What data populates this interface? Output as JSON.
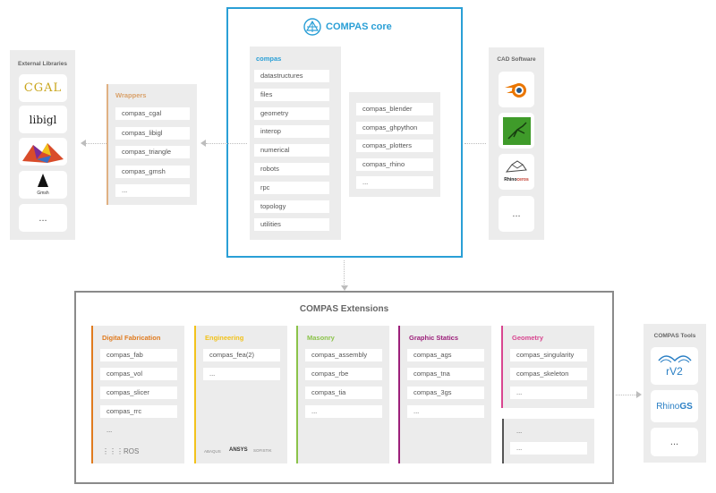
{
  "core": {
    "title": "COMPAS core",
    "compas_label": "compas",
    "modules": [
      "datastructures",
      "files",
      "geometry",
      "interop",
      "numerical",
      "robots",
      "rpc",
      "topology",
      "utilities"
    ],
    "plugins": [
      "compas_blender",
      "compas_ghpython",
      "compas_plotters",
      "compas_rhino",
      "..."
    ],
    "accent": "#2a9fd6"
  },
  "external": {
    "title": "External Libraries",
    "cgal": "CGAL",
    "libigl": "libigl",
    "gmsh": "Gmsh",
    "more": "..."
  },
  "wrappers": {
    "title": "Wrappers",
    "items": [
      "compas_cgal",
      "compas_libigl",
      "compas_triangle",
      "compas_gmsh",
      "..."
    ],
    "accent": "#e0b183"
  },
  "cad": {
    "title": "CAD Software",
    "rhino_a": "Rhino",
    "rhino_b": "ceros",
    "more": "..."
  },
  "extensions": {
    "title": "COMPAS Extensions",
    "columns": [
      {
        "title": "Digital Fabrication",
        "color": "#e07b1f",
        "items": [
          "compas_fab",
          "compas_vol",
          "compas_slicer",
          "compas_rrc",
          "..."
        ],
        "logo": "ROS"
      },
      {
        "title": "Engineering",
        "color": "#f2c21b",
        "items": [
          "compas_fea(2)",
          "..."
        ],
        "logos": [
          "ABAQUS",
          "ANSYS",
          "SOFISTIK"
        ]
      },
      {
        "title": "Masonry",
        "color": "#8bc34a",
        "items": [
          "compas_assembly",
          "compas_rbe",
          "compas_tia",
          "..."
        ]
      },
      {
        "title": "Graphic Statics",
        "color": "#9c1f7a",
        "items": [
          "compas_ags",
          "compas_tna",
          "compas_3gs",
          "..."
        ]
      },
      {
        "title": "Geometry",
        "color": "#d8458f",
        "items": [
          "compas_singularity",
          "compas_skeleton",
          "..."
        ]
      }
    ],
    "extra": [
      "...",
      "..."
    ],
    "extra_color": "#555555"
  },
  "tools": {
    "title": "COMPAS Tools",
    "rv2": "rV2",
    "rhinogs_a": "Rhino",
    "rhinogs_b": "GS",
    "more": "..."
  }
}
